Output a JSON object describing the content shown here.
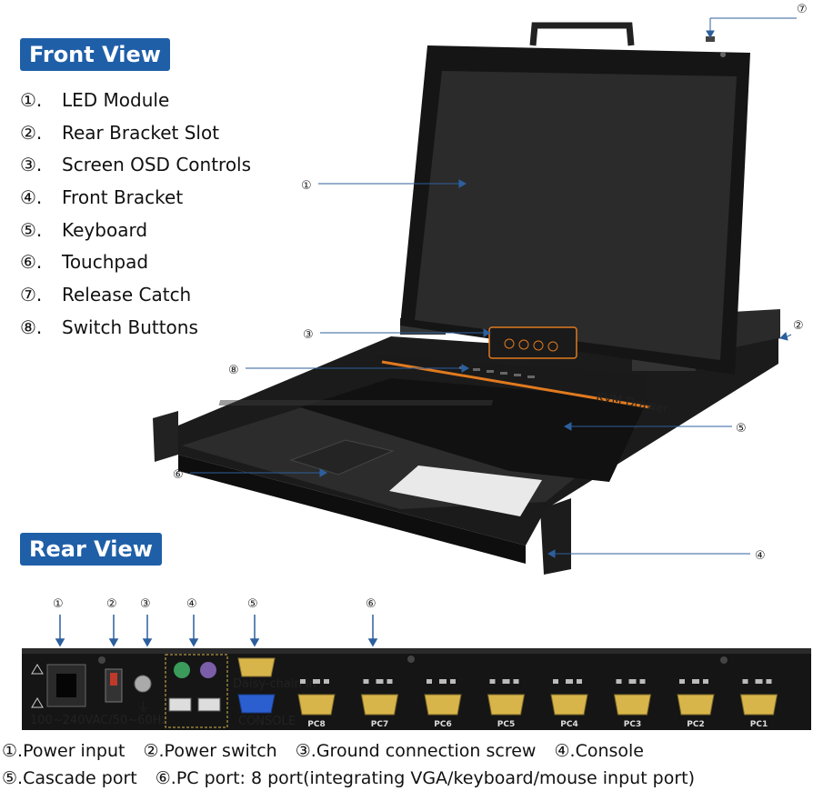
{
  "front": {
    "tag": "Front View",
    "items": [
      {
        "num": "①.",
        "label": "LED Module"
      },
      {
        "num": "②.",
        "label": "Rear Bracket Slot"
      },
      {
        "num": "③.",
        "label": "Screen OSD Controls"
      },
      {
        "num": "④.",
        "label": "Front Bracket"
      },
      {
        "num": "⑤.",
        "label": "Keyboard"
      },
      {
        "num": "⑥.",
        "label": "Touchpad"
      },
      {
        "num": "⑦.",
        "label": "Release Catch"
      },
      {
        "num": "⑧.",
        "label": "Switch Buttons"
      }
    ],
    "callouts": {
      "c1": "①",
      "c2": "②",
      "c3": "③",
      "c4": "④",
      "c5": "⑤",
      "c6": "⑥",
      "c7": "⑦",
      "c8": "⑧"
    },
    "drawer_label": "KVM Drawer"
  },
  "rear": {
    "tag": "Rear View",
    "callouts": {
      "c1": "①",
      "c2": "②",
      "c3": "③",
      "c4": "④",
      "c5": "⑤",
      "c6": "⑥"
    },
    "power_rating": "100~240VAC/50~60Hz",
    "daisy_chain_label": "Daisy-chain in",
    "console_label": "CONSOLE",
    "pc_ports": [
      "PC8",
      "PC7",
      "PC6",
      "PC5",
      "PC4",
      "PC3",
      "PC2",
      "PC1"
    ],
    "captions": {
      "line1": [
        "①.Power input",
        "②.Power switch",
        "③.Ground connection screw",
        "④.Console"
      ],
      "line2": [
        "⑤.Cascade port",
        "⑥.PC port: 8 port(integrating VGA/keyboard/mouse input port)"
      ]
    }
  },
  "colors": {
    "accent": "#1f5fa8",
    "osd_orange": "#e07a1f",
    "port_yellow": "#d8b54a",
    "callout_line": "#2c5f9e"
  }
}
